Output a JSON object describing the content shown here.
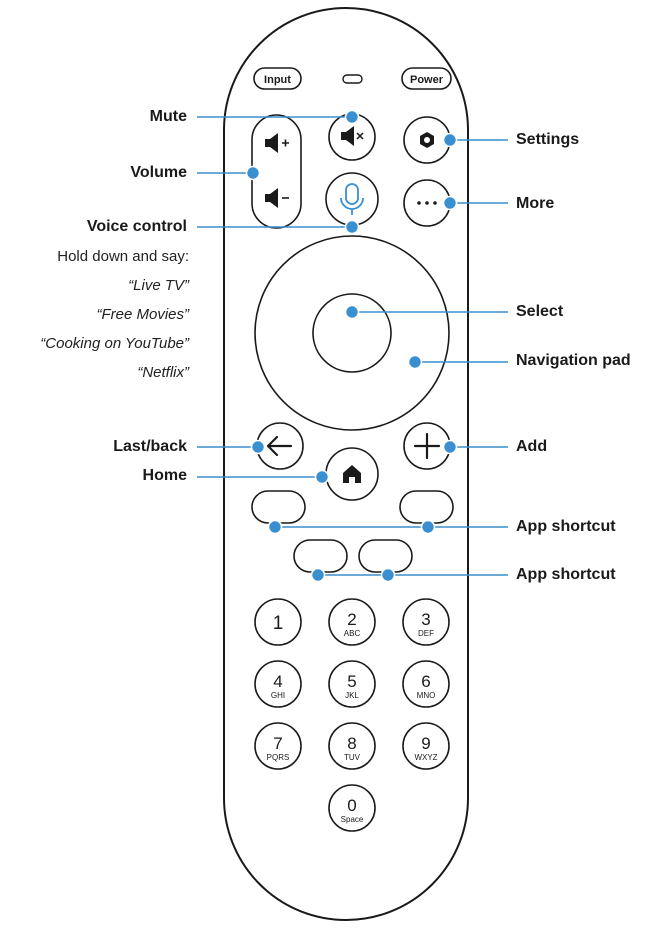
{
  "remote": {
    "top_buttons": {
      "input": "Input",
      "power": "Power"
    },
    "keypad": [
      {
        "digit": "1",
        "letters": ""
      },
      {
        "digit": "2",
        "letters": "ABC"
      },
      {
        "digit": "3",
        "letters": "DEF"
      },
      {
        "digit": "4",
        "letters": "GHI"
      },
      {
        "digit": "5",
        "letters": "JKL"
      },
      {
        "digit": "6",
        "letters": "MNO"
      },
      {
        "digit": "7",
        "letters": "PQRS"
      },
      {
        "digit": "8",
        "letters": "TUV"
      },
      {
        "digit": "9",
        "letters": "WXYZ"
      },
      {
        "digit": "0",
        "letters": "Space"
      }
    ]
  },
  "callouts": {
    "mute": "Mute",
    "volume": "Volume",
    "voice_control": "Voice control",
    "settings": "Settings",
    "more": "More",
    "select": "Select",
    "navigation_pad": "Navigation pad",
    "last_back": "Last/back",
    "home": "Home",
    "add": "Add",
    "app_shortcut_1": "App shortcut",
    "app_shortcut_2": "App shortcut"
  },
  "voice_hint": {
    "intro": "Hold down and say:",
    "examples": [
      "“Live TV”",
      "“Free Movies”",
      "“Cooking on YouTube”",
      "“Netflix”"
    ]
  },
  "colors": {
    "accent": "#3a8fd1",
    "outline": "#1a1a1a"
  }
}
